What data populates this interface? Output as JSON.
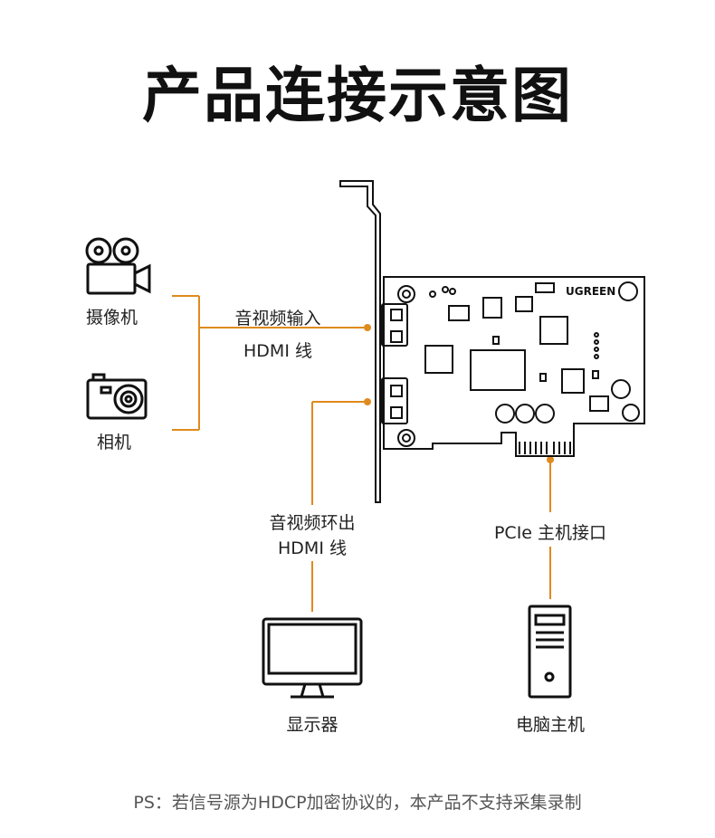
{
  "title": "产品连接示意图",
  "devices": {
    "camcorder": "摄像机",
    "camera": "相机",
    "monitor": "显示器",
    "pc": "电脑主机"
  },
  "connections": {
    "hdmi_in_line1": "音视频输入",
    "hdmi_in_line2": "HDMI 线",
    "hdmi_out_line1": "音视频环出",
    "hdmi_out_line2": "HDMI 线",
    "pcie": "PCIe 主机接口"
  },
  "card": {
    "brand": "UGREEN"
  },
  "note": "PS：若信号源为HDCP加密协议的，本产品不支持采集录制",
  "colors": {
    "accent": "#e08a1e",
    "line": "#111111"
  }
}
